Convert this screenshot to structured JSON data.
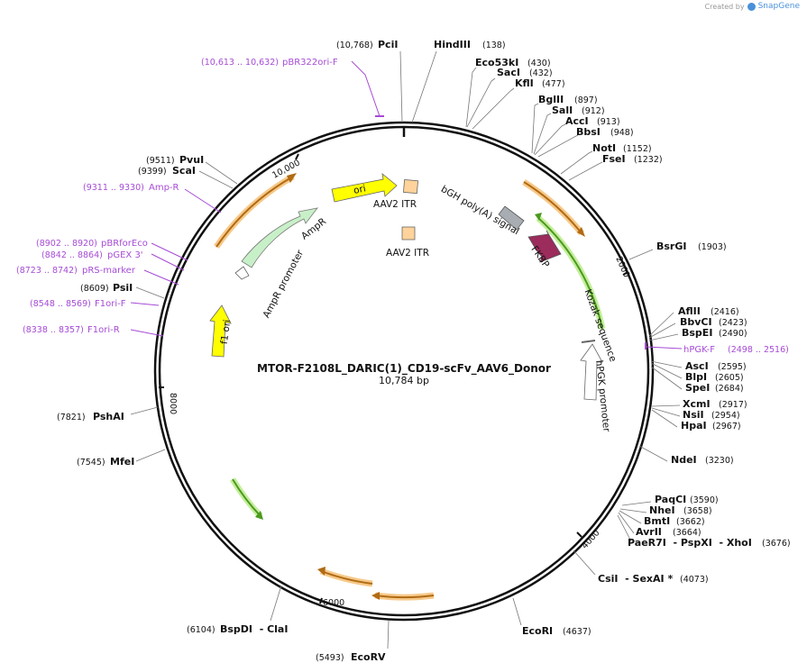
{
  "watermark": {
    "prefix": "Created by",
    "brand": "SnapGene"
  },
  "plasmid": {
    "name": "MTOR-F2108L_DARIC(1)_CD19-scFv_AAV6_Donor",
    "length_label": "10,784 bp"
  },
  "ticks": [
    "10,000",
    "2000",
    "4000",
    "6000",
    "8000"
  ],
  "sites": [
    {
      "name": "PciI",
      "pos": "(10,768)"
    },
    {
      "name": "HindIII",
      "pos": "(138)"
    },
    {
      "name": "Eco53kI",
      "pos": "(430)"
    },
    {
      "name": "SacI",
      "pos": "(432)"
    },
    {
      "name": "KflI",
      "pos": "(477)"
    },
    {
      "name": "BglII",
      "pos": "(897)"
    },
    {
      "name": "SalI",
      "pos": "(912)"
    },
    {
      "name": "AccI",
      "pos": "(913)"
    },
    {
      "name": "BbsI",
      "pos": "(948)"
    },
    {
      "name": "NotI",
      "pos": "(1152)"
    },
    {
      "name": "FseI",
      "pos": "(1232)"
    },
    {
      "name": "BsrGI",
      "pos": "(1903)"
    },
    {
      "name": "AflII",
      "pos": "(2416)"
    },
    {
      "name": "BbvCI",
      "pos": "(2423)"
    },
    {
      "name": "BspEI",
      "pos": "(2490)"
    },
    {
      "name": "AscI",
      "pos": "(2595)"
    },
    {
      "name": "BlpI",
      "pos": "(2605)"
    },
    {
      "name": "SpeI",
      "pos": "(2684)"
    },
    {
      "name": "XcmI",
      "pos": "(2917)"
    },
    {
      "name": "NsiI",
      "pos": "(2954)"
    },
    {
      "name": "HpaI",
      "pos": "(2967)"
    },
    {
      "name": "NdeI",
      "pos": "(3230)"
    },
    {
      "name": "PaqCI",
      "pos": "(3590)"
    },
    {
      "name": "NheI",
      "pos": "(3658)"
    },
    {
      "name": "BmtI",
      "pos": "(3662)"
    },
    {
      "name": "AvrII",
      "pos": "(3664)"
    },
    {
      "name": "PaeR7I  - PspXI  - XhoI",
      "pos": "(3676)"
    },
    {
      "name": "CsiI  - SexAI *",
      "pos": "(4073)"
    },
    {
      "name": "EcoRI",
      "pos": "(4637)"
    },
    {
      "name": "EcoRV",
      "pos": "(5493)"
    },
    {
      "name": "BspDI  - ClaI",
      "pos": "(6104)"
    },
    {
      "name": "MfeI",
      "pos": "(7545)"
    },
    {
      "name": "PshAI",
      "pos": "(7821)"
    },
    {
      "name": "PsiI",
      "pos": "(8609)"
    },
    {
      "name": "ScaI",
      "pos": "(9399)"
    },
    {
      "name": "PvuI",
      "pos": "(9511)"
    }
  ],
  "primers": [
    {
      "name": "pBR322ori-F",
      "range": "(10,613 .. 10,632)"
    },
    {
      "name": "Amp-R",
      "range": "(9311 .. 9330)"
    },
    {
      "name": "pBRforEco",
      "range": "(8902 .. 8920)"
    },
    {
      "name": "pGEX 3'",
      "range": "(8842 .. 8864)"
    },
    {
      "name": "pRS-marker",
      "range": "(8723 .. 8742)"
    },
    {
      "name": "F1ori-F",
      "range": "(8548 .. 8569)"
    },
    {
      "name": "F1ori-R",
      "range": "(8338 .. 8357)"
    },
    {
      "name": "hPGK-F",
      "range": "(2498 .. 2516)"
    }
  ],
  "features": {
    "ori": "ori",
    "ampr": "AmpR",
    "ampr_promoter": "AmpR promoter",
    "f1_ori": "f1 ori",
    "aav2_itr_1": "AAV2 ITR",
    "aav2_itr_2": "AAV2 ITR",
    "bgh": "bGH poly(A) signal",
    "fkbp": "FKBP",
    "kozak": "Kozak sequence",
    "hpgk": "hPGK promoter"
  },
  "colors": {
    "primer": "#a64bd6",
    "cds_orange": "#c97f1f",
    "cds_green": "#5aa02c",
    "ori_yellow": "#ffff00",
    "ampr_green": "#c8f0c8",
    "itr_peach": "#ffd39b",
    "bgh_gray": "#a8adb3",
    "fkbp_maroon": "#9b2c5c"
  }
}
